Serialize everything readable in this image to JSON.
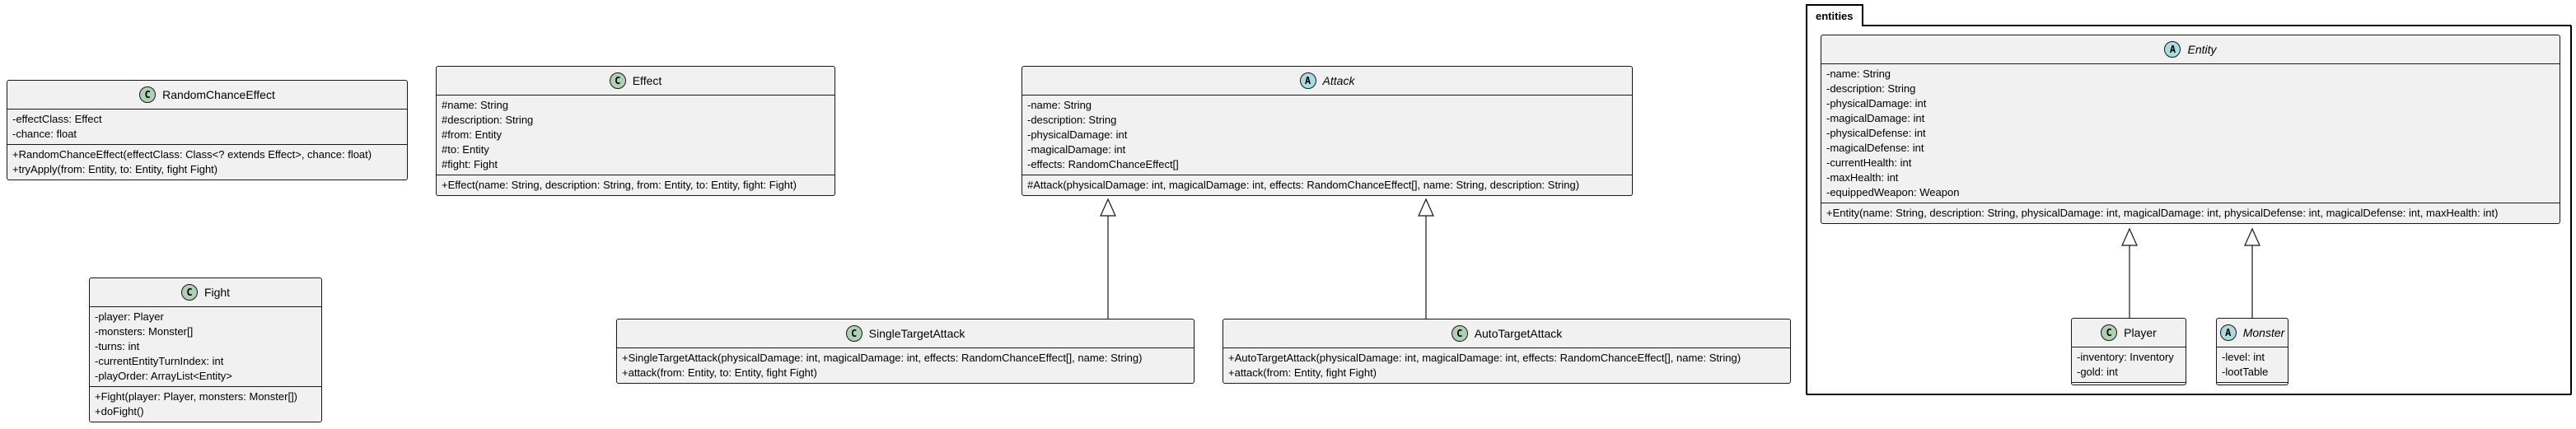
{
  "package": {
    "name": "entities"
  },
  "classes": {
    "random_chance_effect": {
      "badge": "C",
      "name": "RandomChanceEffect",
      "fields": [
        "-effectClass: Effect",
        "-chance: float"
      ],
      "methods": [
        "+RandomChanceEffect(effectClass: Class<? extends Effect>, chance: float)",
        "+tryApply(from: Entity, to: Entity, fight Fight)"
      ]
    },
    "effect": {
      "badge": "C",
      "name": "Effect",
      "fields": [
        "#name: String",
        "#description: String",
        "#from: Entity",
        "#to: Entity",
        "#fight: Fight"
      ],
      "methods": [
        "+Effect(name: String, description: String, from: Entity, to: Entity, fight: Fight)"
      ]
    },
    "attack": {
      "badge": "A",
      "name": "Attack",
      "fields": [
        "-name: String",
        "-description: String",
        "-physicalDamage: int",
        "-magicalDamage: int",
        "-effects: RandomChanceEffect[]"
      ],
      "methods": [
        "#Attack(physicalDamage: int, magicalDamage: int, effects: RandomChanceEffect[], name: String, description: String)"
      ]
    },
    "entity": {
      "badge": "A",
      "name": "Entity",
      "fields": [
        "-name: String",
        "-description: String",
        "-physicalDamage: int",
        "-magicalDamage: int",
        "-physicalDefense: int",
        "-magicalDefense: int",
        "-currentHealth: int",
        "-maxHealth: int",
        "-equippedWeapon: Weapon"
      ],
      "methods": [
        "+Entity(name: String, description: String, physicalDamage: int, magicalDamage: int, physicalDefense: int, magicalDefense: int, maxHealth: int)"
      ]
    },
    "fight": {
      "badge": "C",
      "name": "Fight",
      "fields": [
        "-player: Player",
        "-monsters: Monster[]",
        "-turns: int",
        "-currentEntityTurnIndex: int",
        "-playOrder: ArrayList<Entity>"
      ],
      "methods": [
        "+Fight(player: Player, monsters: Monster[])",
        "+doFight()"
      ]
    },
    "single_target_attack": {
      "badge": "C",
      "name": "SingleTargetAttack",
      "fields": [],
      "methods": [
        "+SingleTargetAttack(physicalDamage: int, magicalDamage: int, effects: RandomChanceEffect[], name: String)",
        "+attack(from: Entity, to: Entity, fight Fight)"
      ]
    },
    "auto_target_attack": {
      "badge": "C",
      "name": "AutoTargetAttack",
      "fields": [],
      "methods": [
        "+AutoTargetAttack(physicalDamage: int, magicalDamage: int, effects: RandomChanceEffect[], name: String)",
        "+attack(from: Entity, fight Fight)"
      ]
    },
    "player": {
      "badge": "C",
      "name": "Player",
      "fields": [
        "-inventory: Inventory",
        "-gold: int"
      ],
      "methods": []
    },
    "monster": {
      "badge": "A",
      "name": "Monster",
      "fields": [
        "-level: int",
        "-lootTable"
      ],
      "methods": []
    }
  },
  "colors": {
    "class_fill": "#f1f1f1",
    "border": "#181818",
    "class_badge": "#add1b2",
    "abstract_badge": "#a9dcdf"
  }
}
